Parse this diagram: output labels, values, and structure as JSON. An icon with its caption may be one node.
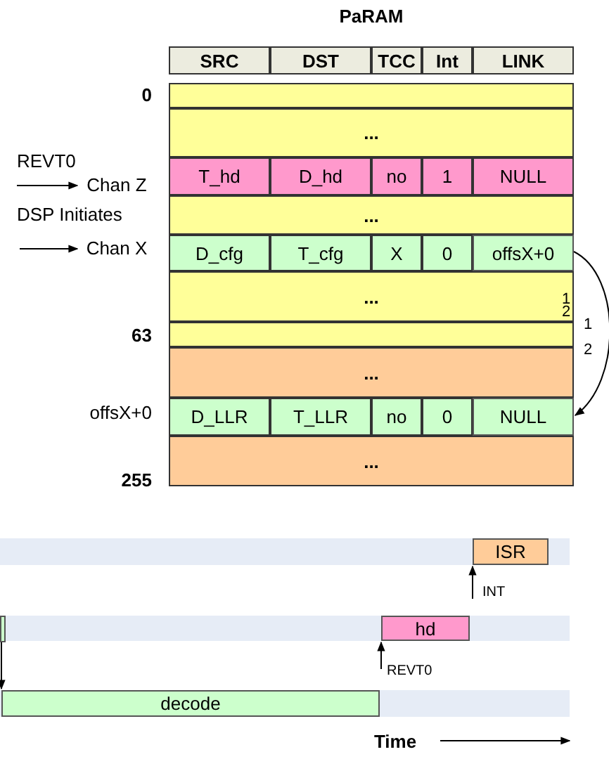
{
  "diagram": {
    "title": "PaRAM",
    "nodes": [
      {
        "text": [
          "Chan Z"
        ]
      },
      {
        "text": [
          "Chan X"
        ]
      },
      {
        "text": [
          "offsX+0"
        ]
      },
      {
        "text": [
          "NULL"
        ]
      },
      {
        "text": [
          "ISR"
        ]
      },
      {
        "text": [],
        "shape": "box"
      },
      {
        "text": [
          "hd"
        ]
      },
      {
        "text": [
          "decode"
        ]
      }
    ],
    "edges": [
      {
        "from": null,
        "to": 0,
        "arrow": "to",
        "label": "REVT0"
      },
      {
        "from": null,
        "to": 1,
        "arrow": "to",
        "label": "DSP Initiates"
      },
      {
        "from": 2,
        "to": 3,
        "arrow": "to"
      },
      {
        "from": null,
        "to": 4,
        "arrow": "to",
        "label": "INT"
      },
      {
        "from": null,
        "to": 6,
        "arrow": "to",
        "label": "REVT0"
      },
      {
        "from": 5,
        "to": 7,
        "arrow": "to"
      }
    ],
    "labels": [
      "SRC",
      "DST",
      "TCC",
      "Int",
      "LINK",
      "0",
      "...",
      "T_hd",
      "D_hd",
      "no",
      "1",
      "NULL",
      "...",
      "D_cfg",
      "T_cfg",
      "X",
      "0",
      "...",
      "1",
      "2",
      "1",
      "63",
      "2",
      "...",
      "offsX+0",
      "D_LLR",
      "T_LLR",
      "no",
      "0",
      "...",
      "255",
      "Time"
    ]
  }
}
